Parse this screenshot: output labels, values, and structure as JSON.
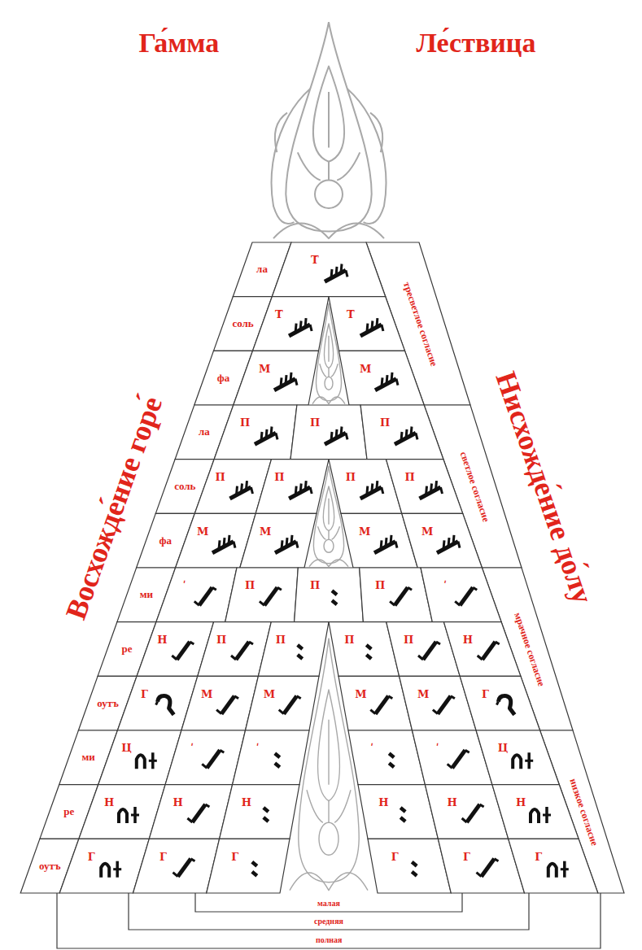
{
  "diagram": {
    "labels": [
      "Га́мма",
      "Ле́ствица",
      "Восхожде́ние горе́",
      "Нисхожде́ние до́лу",
      "тресветлое согласие",
      "светлое согласие",
      "мрачное согласие",
      "низкое согласие",
      "ла",
      "соль",
      "фа",
      "ла",
      "соль",
      "фа",
      "ми",
      "ре",
      "оутъ",
      "ми",
      "ре",
      "оутъ",
      "Т̇",
      "Т̇",
      "Т̇",
      "М̇",
      "М̇",
      "П",
      "П̇",
      "П",
      "П",
      "П̇",
      "П̇",
      "П",
      "М",
      "М̇",
      "М̇",
      "М",
      "ʹ",
      "П",
      "П",
      "П",
      "ʹ",
      "Н",
      "П",
      "П",
      "П",
      "П",
      "Н",
      "Г",
      "М",
      "М",
      "М",
      "М",
      "Г",
      "Ц",
      "ʹ",
      "ʹ",
      "ʹ",
      "ʹ",
      "Ц",
      "Н",
      "Н",
      "Н",
      "Н",
      "Н",
      "Н",
      "Г",
      "Г",
      "Г",
      "Г",
      "Г",
      "Г",
      "малая",
      "средняя",
      "полная"
    ]
  }
}
